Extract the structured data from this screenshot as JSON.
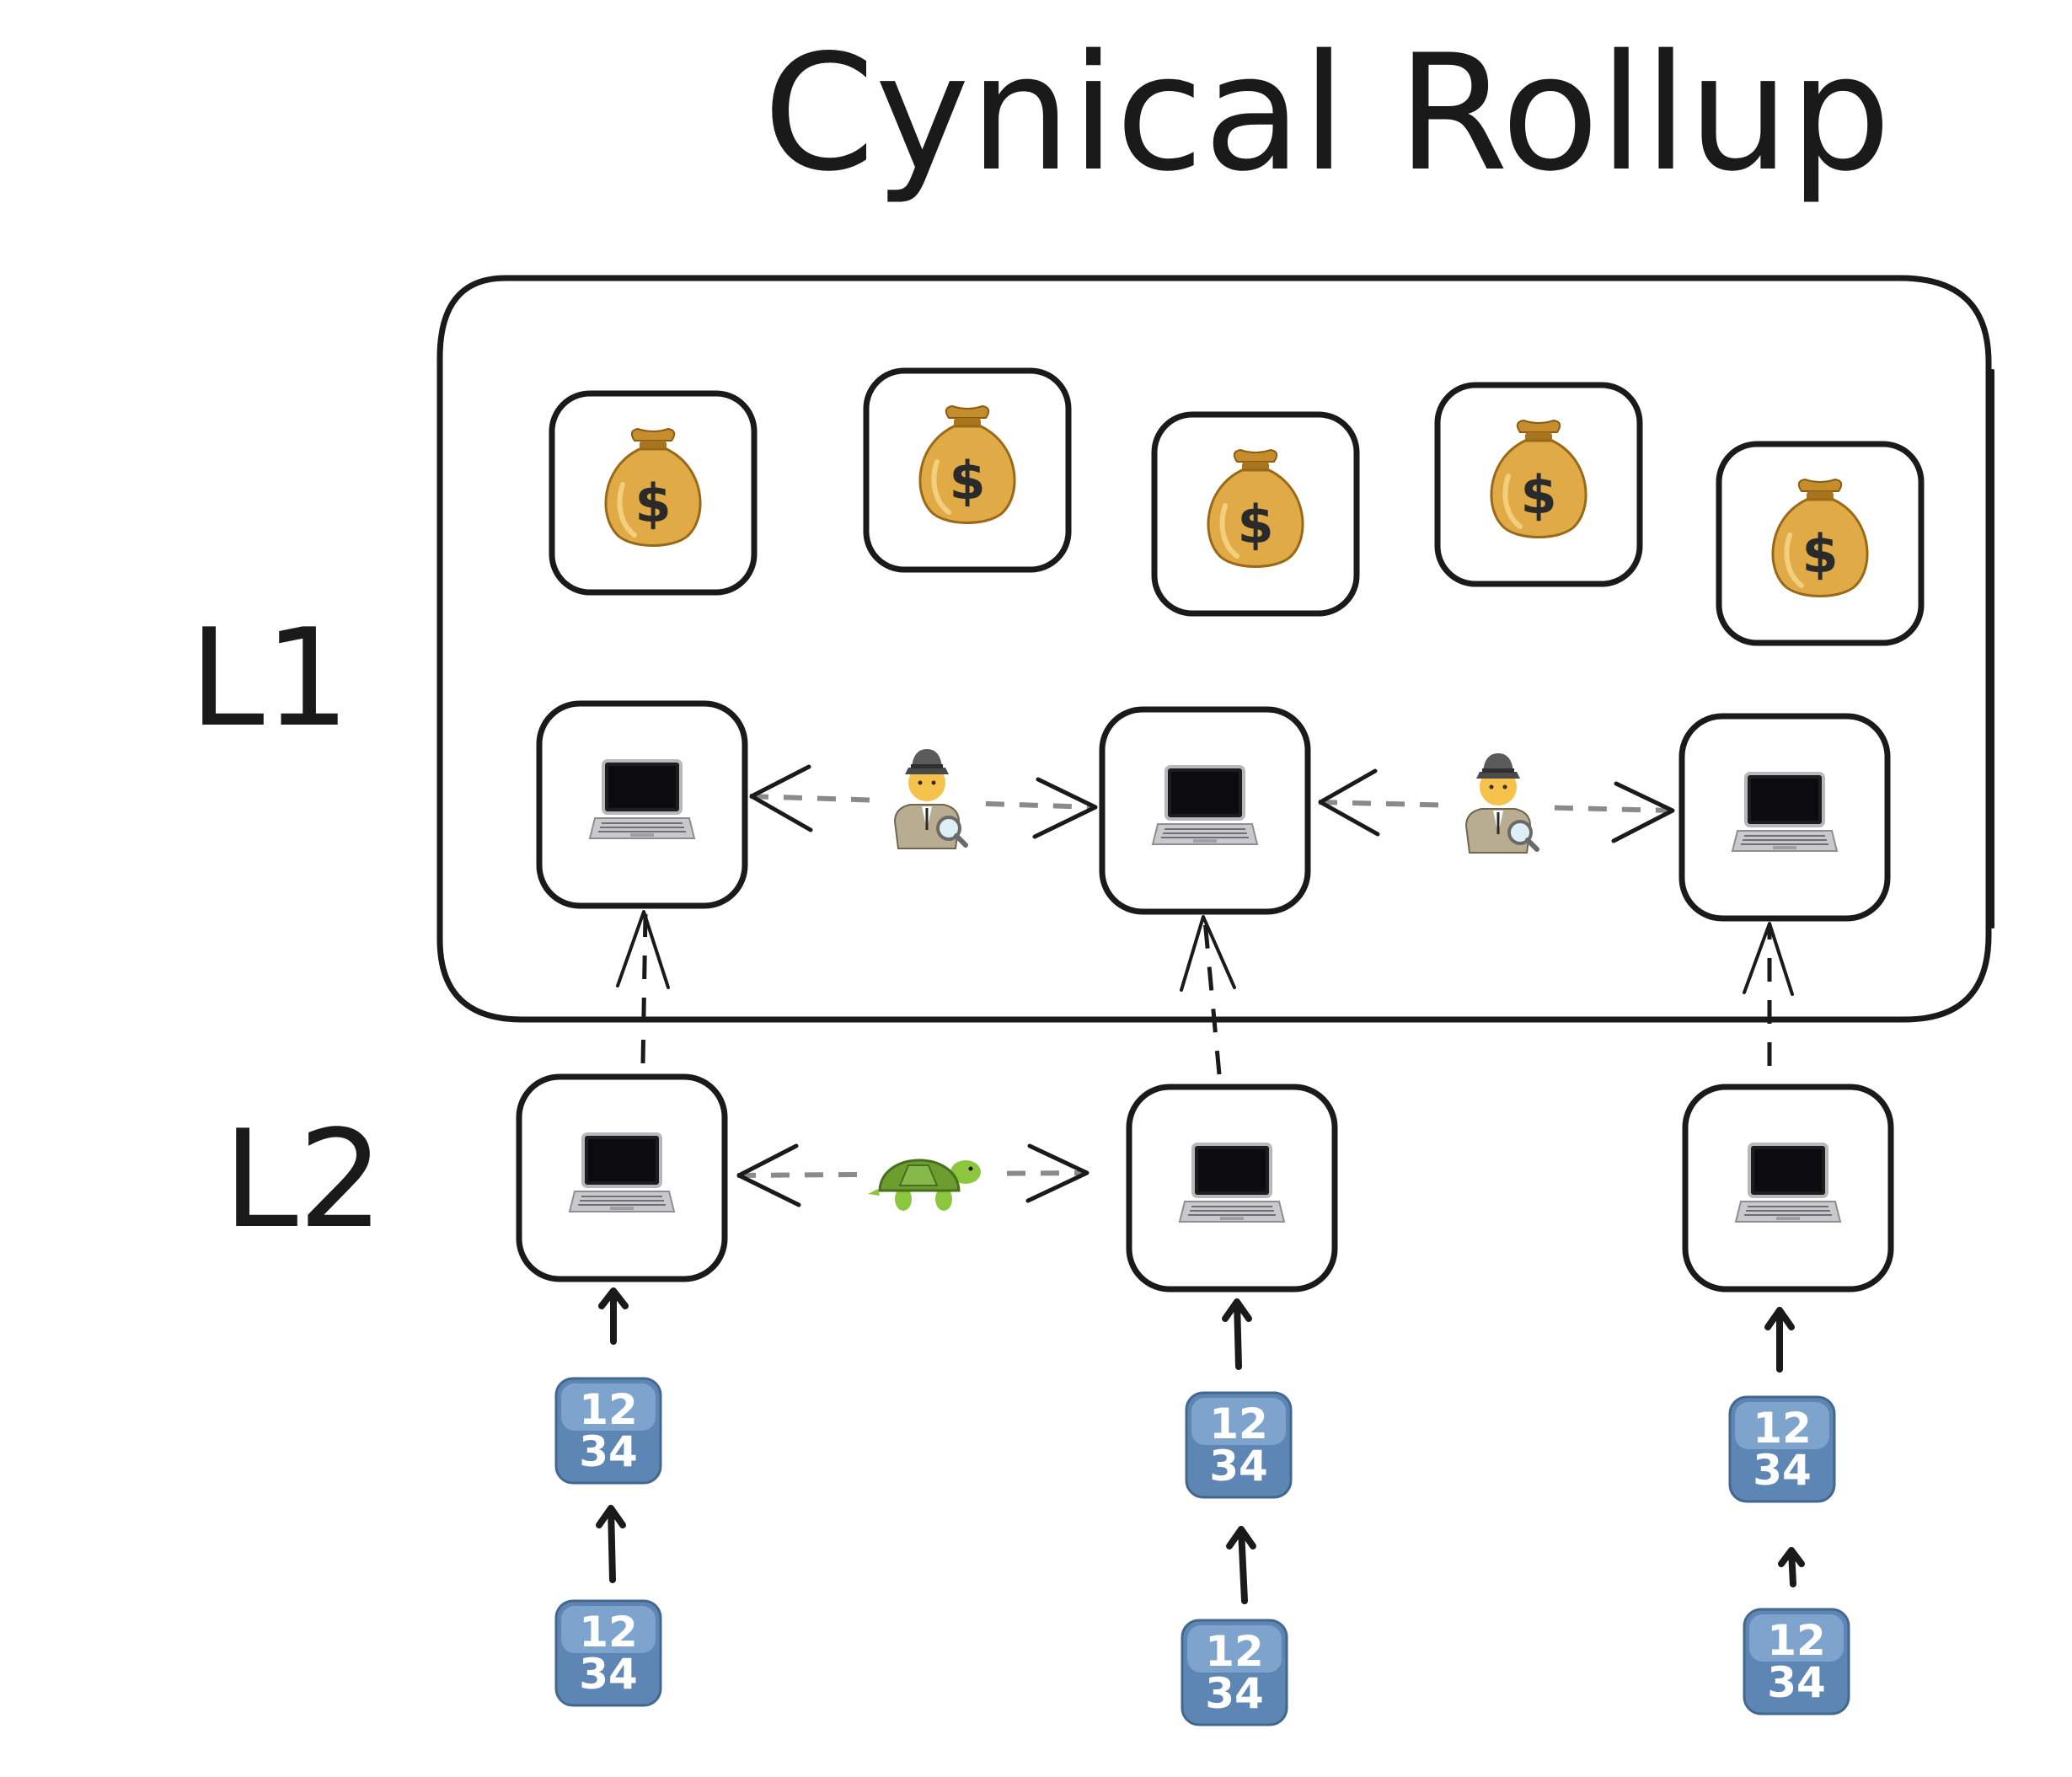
{
  "title": "Cynical Rollup",
  "layers": {
    "l1": "L1",
    "l2": "L2"
  },
  "icons": {
    "money_bag": "money-bag-icon",
    "laptop": "laptop-icon",
    "detective": "detective-icon",
    "turtle": "turtle-icon",
    "input_numbers": "input-numbers-icon"
  },
  "input_tile": {
    "row1": "12",
    "row2": "34"
  },
  "colors": {
    "stroke": "#1a1a1a",
    "dashed": "#8a8a8a",
    "money_bag": "#d9a13a",
    "numpad_top": "#8eb0d4",
    "numpad_bottom": "#4f7bab",
    "turtle": "#7bb83a"
  }
}
